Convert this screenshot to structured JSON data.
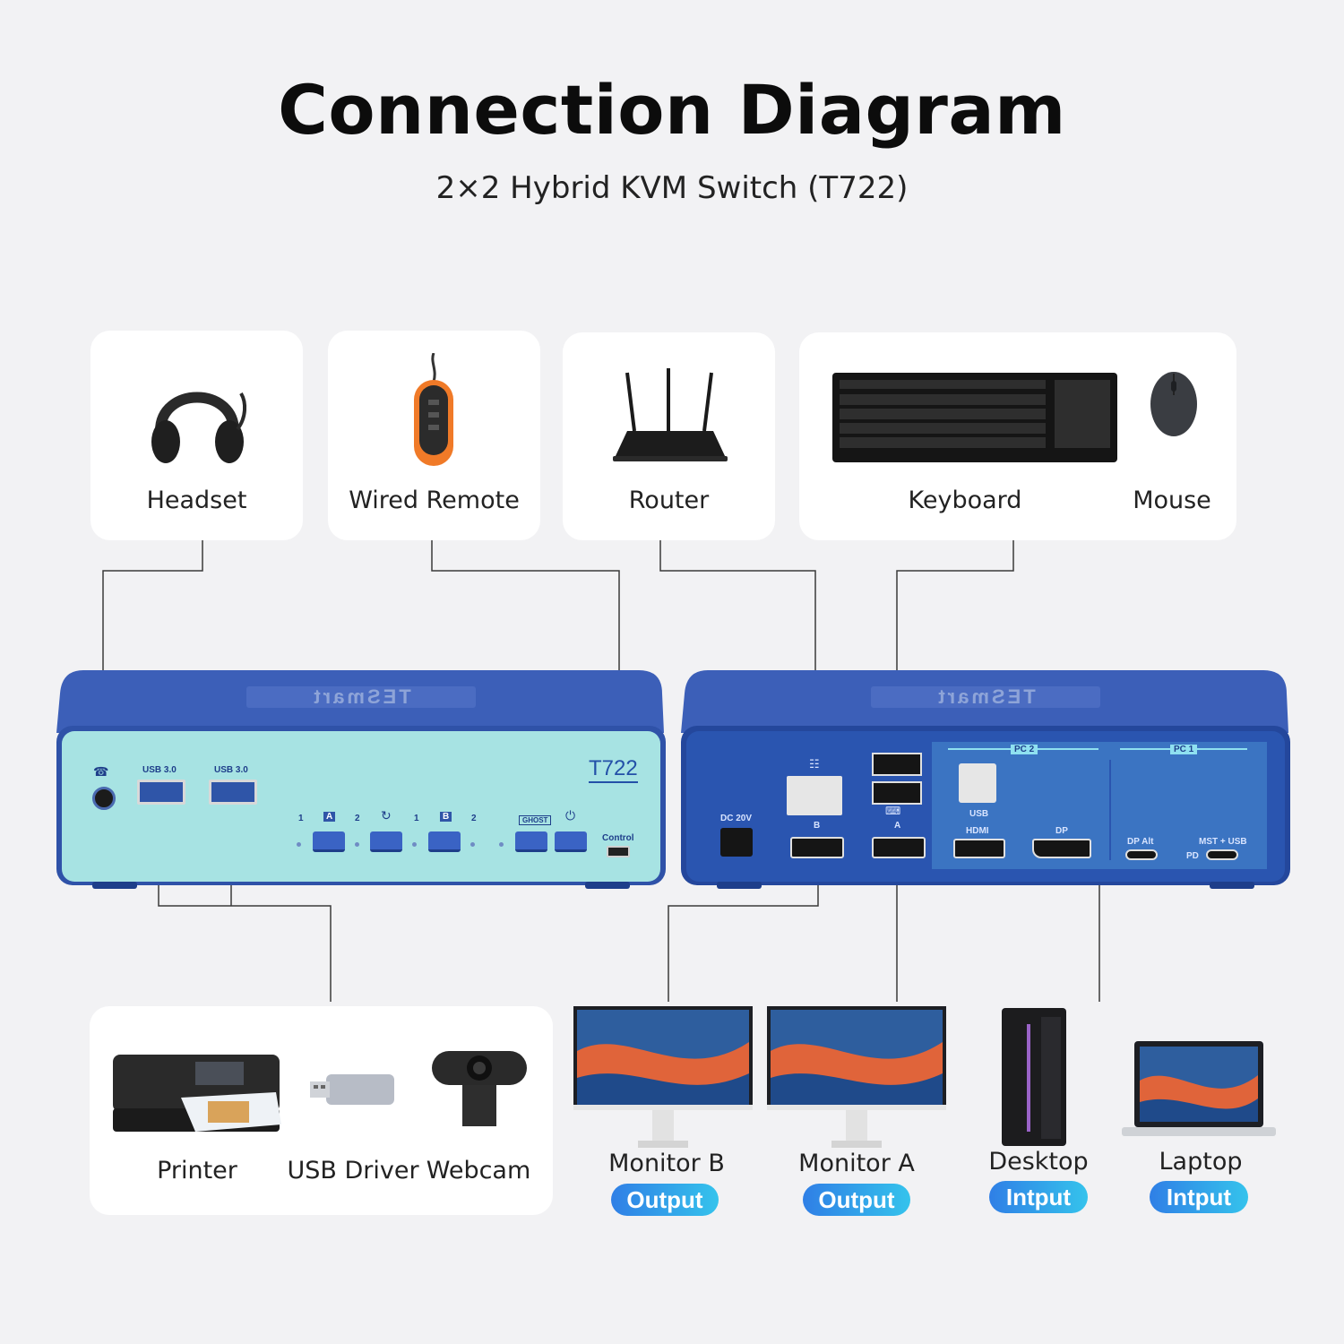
{
  "title": "Connection Diagram",
  "subtitle": "2×2 Hybrid KVM Switch (T722)",
  "brand_logo": "TESmart",
  "model_badge": "T722",
  "peripherals_top": [
    {
      "name": "Headset",
      "icon": "headset-icon"
    },
    {
      "name": "Wired Remote",
      "icon": "wired-remote-icon"
    },
    {
      "name": "Router",
      "icon": "router-icon"
    },
    {
      "name": "Keyboard",
      "icon": "keyboard-icon"
    },
    {
      "name": "Mouse",
      "icon": "mouse-icon"
    }
  ],
  "peripherals_bottom": [
    {
      "name": "Printer",
      "icon": "printer-icon"
    },
    {
      "name": "USB Driver",
      "icon": "usb-drive-icon"
    },
    {
      "name": "Webcam",
      "icon": "webcam-icon"
    }
  ],
  "front_panel": {
    "usb_left": "USB 3.0",
    "usb_right": "USB 3.0",
    "num_1": "1",
    "num_2": "2",
    "group_a": "A",
    "group_b": "B",
    "ghost": "GHOST",
    "control": "Control"
  },
  "rear_panel": {
    "dc": "DC 20V",
    "pc2": "PC 2",
    "pc1": "PC 1",
    "usb": "USB",
    "hdmi": "HDMI",
    "dp": "DP",
    "dp_alt": "DP Alt",
    "mst_usb": "MST + USB",
    "pd": "PD",
    "port_b": "B",
    "port_a": "A"
  },
  "endpoints": [
    {
      "name": "Monitor B",
      "role": "Output"
    },
    {
      "name": "Monitor A",
      "role": "Output"
    },
    {
      "name": "Desktop",
      "role": "Intput"
    },
    {
      "name": "Laptop",
      "role": "Intput"
    }
  ],
  "colors": {
    "background": "#f2f2f4",
    "front_panel": "#a7e3e3",
    "rear_panel": "#2a55b0",
    "chassis": "#3c5fb8",
    "badge_start": "#2f7fe6",
    "badge_end": "#35c3ec"
  }
}
